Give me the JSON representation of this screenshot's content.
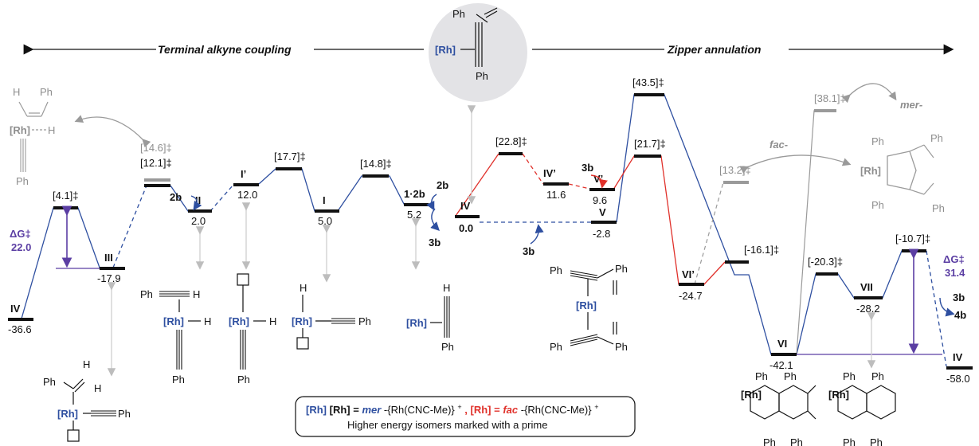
{
  "headers": {
    "left": "Terminal alkyne coupling",
    "right": "Zipper annulation"
  },
  "rh_label": "[Rh]",
  "ph": "Ph",
  "h": "H",
  "legend": {
    "line1_a": "[Rh] = ",
    "line1_mer": "mer",
    "line1_b": "-{Rh(CNC-Me)}",
    "line1_c": ", [Rh] = ",
    "line1_fac": "fac",
    "line1_d": "-{Rh(CNC-Me)}",
    "sup": "+",
    "line2": "Higher energy isomers marked with a prime"
  },
  "levels": {
    "IV_left": {
      "name": "IV",
      "value": "-36.6"
    },
    "TS1": {
      "name": "",
      "value": "[4.1]‡"
    },
    "III": {
      "name": "III",
      "value": "-17.9"
    },
    "TS_grey": {
      "name": "",
      "value": "[14.6]‡"
    },
    "TS2": {
      "name": "",
      "value": "[12.1]‡"
    },
    "II": {
      "name": "II",
      "value": "2.0"
    },
    "Ip": {
      "name": "I’",
      "value": "12.0"
    },
    "TS3": {
      "name": "",
      "value": "[17.7]‡"
    },
    "I": {
      "name": "I",
      "value": "5.0"
    },
    "TS4": {
      "name": "",
      "value": "[14.8]‡"
    },
    "I2b": {
      "name": "1·2b",
      "value": "5.2"
    },
    "IV_mid": {
      "name": "IV",
      "value": "0.0"
    },
    "TS5": {
      "name": "",
      "value": "[22.8]‡"
    },
    "IVp": {
      "name": "IV’",
      "value": "11.6"
    },
    "Vp": {
      "name": "V’",
      "value": "9.6"
    },
    "V": {
      "name": "V",
      "value": "-2.8"
    },
    "TS6": {
      "name": "",
      "value": "[43.5]‡"
    },
    "TS7": {
      "name": "",
      "value": "[21.7]‡"
    },
    "TS_grey2": {
      "name": "",
      "value": "[13.2]‡"
    },
    "TS_grey3": {
      "name": "",
      "value": "[38.1]‡"
    },
    "VIp": {
      "name": "VI’",
      "value": "-24.7"
    },
    "TS8": {
      "name": "",
      "value": "[-16.1]‡"
    },
    "VI": {
      "name": "VI",
      "value": "-42.1"
    },
    "TS9": {
      "name": "",
      "value": "[-20.3]‡"
    },
    "VII": {
      "name": "VII",
      "value": "-28.2"
    },
    "TS10": {
      "name": "",
      "value": "[-10.7]‡"
    },
    "IV_right": {
      "name": "IV",
      "value": "-58.0"
    }
  },
  "reagents": {
    "b2_a": "2b",
    "b2_b": "2b",
    "b3_a": "3b",
    "b3_b": "3b",
    "b3_c": "3b",
    "b3_d": "3b",
    "b4": "4b"
  },
  "barriers": {
    "left_label": "ΔG‡",
    "left_value": "22.0",
    "right_label": "ΔG‡",
    "right_value": "31.4"
  },
  "iso": {
    "mer": "mer-",
    "fac": "fac-"
  },
  "colors": {
    "blue": "#2e4fa0",
    "red": "#e0312b",
    "grey": "#9a9a9a",
    "purple": "#5b3ea3",
    "light": "#d0d0d0"
  }
}
